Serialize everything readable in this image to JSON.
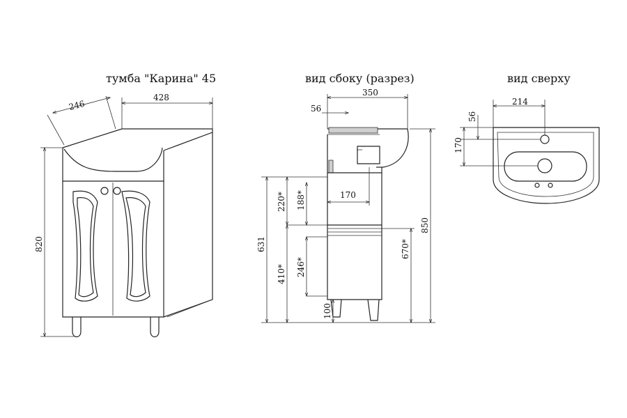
{
  "titles": {
    "front": "тумба \"Карина\" 45",
    "side": "вид сбоку (разрез)",
    "top": "вид сверху"
  },
  "front_dims": {
    "width": "428",
    "depth_angle": "246",
    "height": "820"
  },
  "side_dims": {
    "top_width": "350",
    "offset": "56",
    "shelf_depth": "170",
    "d_220": "220*",
    "d_188": "188*",
    "d_631": "631",
    "d_410": "410*",
    "d_246": "246*",
    "d_100": "100",
    "d_850": "850",
    "d_670": "670*"
  },
  "top_dims": {
    "width": "214",
    "offset": "56",
    "depth": "170"
  }
}
